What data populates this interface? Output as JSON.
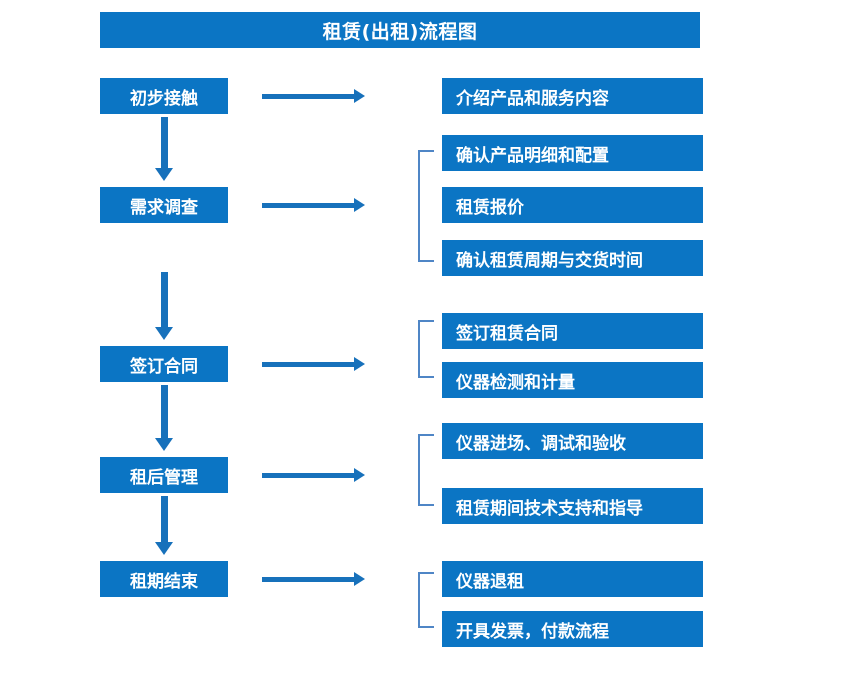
{
  "title": "租赁(出租)流程图",
  "colors": {
    "box_fill": "#0b75c4",
    "box_text": "#ffffff",
    "arrow": "#1771bb",
    "bracket": "#4f86c6",
    "background": "#ffffff"
  },
  "stages": [
    {
      "label": "初步接触"
    },
    {
      "label": "需求调查"
    },
    {
      "label": "签订合同"
    },
    {
      "label": "租后管理"
    },
    {
      "label": "租期结束"
    }
  ],
  "details": [
    {
      "label": "介绍产品和服务内容"
    },
    {
      "label": "确认产品明细和配置"
    },
    {
      "label": "租赁报价"
    },
    {
      "label": "确认租赁周期与交货时间"
    },
    {
      "label": "签订租赁合同"
    },
    {
      "label": "仪器检测和计量"
    },
    {
      "label": "仪器进场、调试和验收"
    },
    {
      "label": "租赁期间技术支持和指导"
    },
    {
      "label": "仪器退租"
    },
    {
      "label": "开具发票，付款流程"
    }
  ],
  "flow": {
    "stage_to_detail_arrows": 5,
    "stage_to_stage_arrows": 4,
    "group_brackets": 4
  }
}
